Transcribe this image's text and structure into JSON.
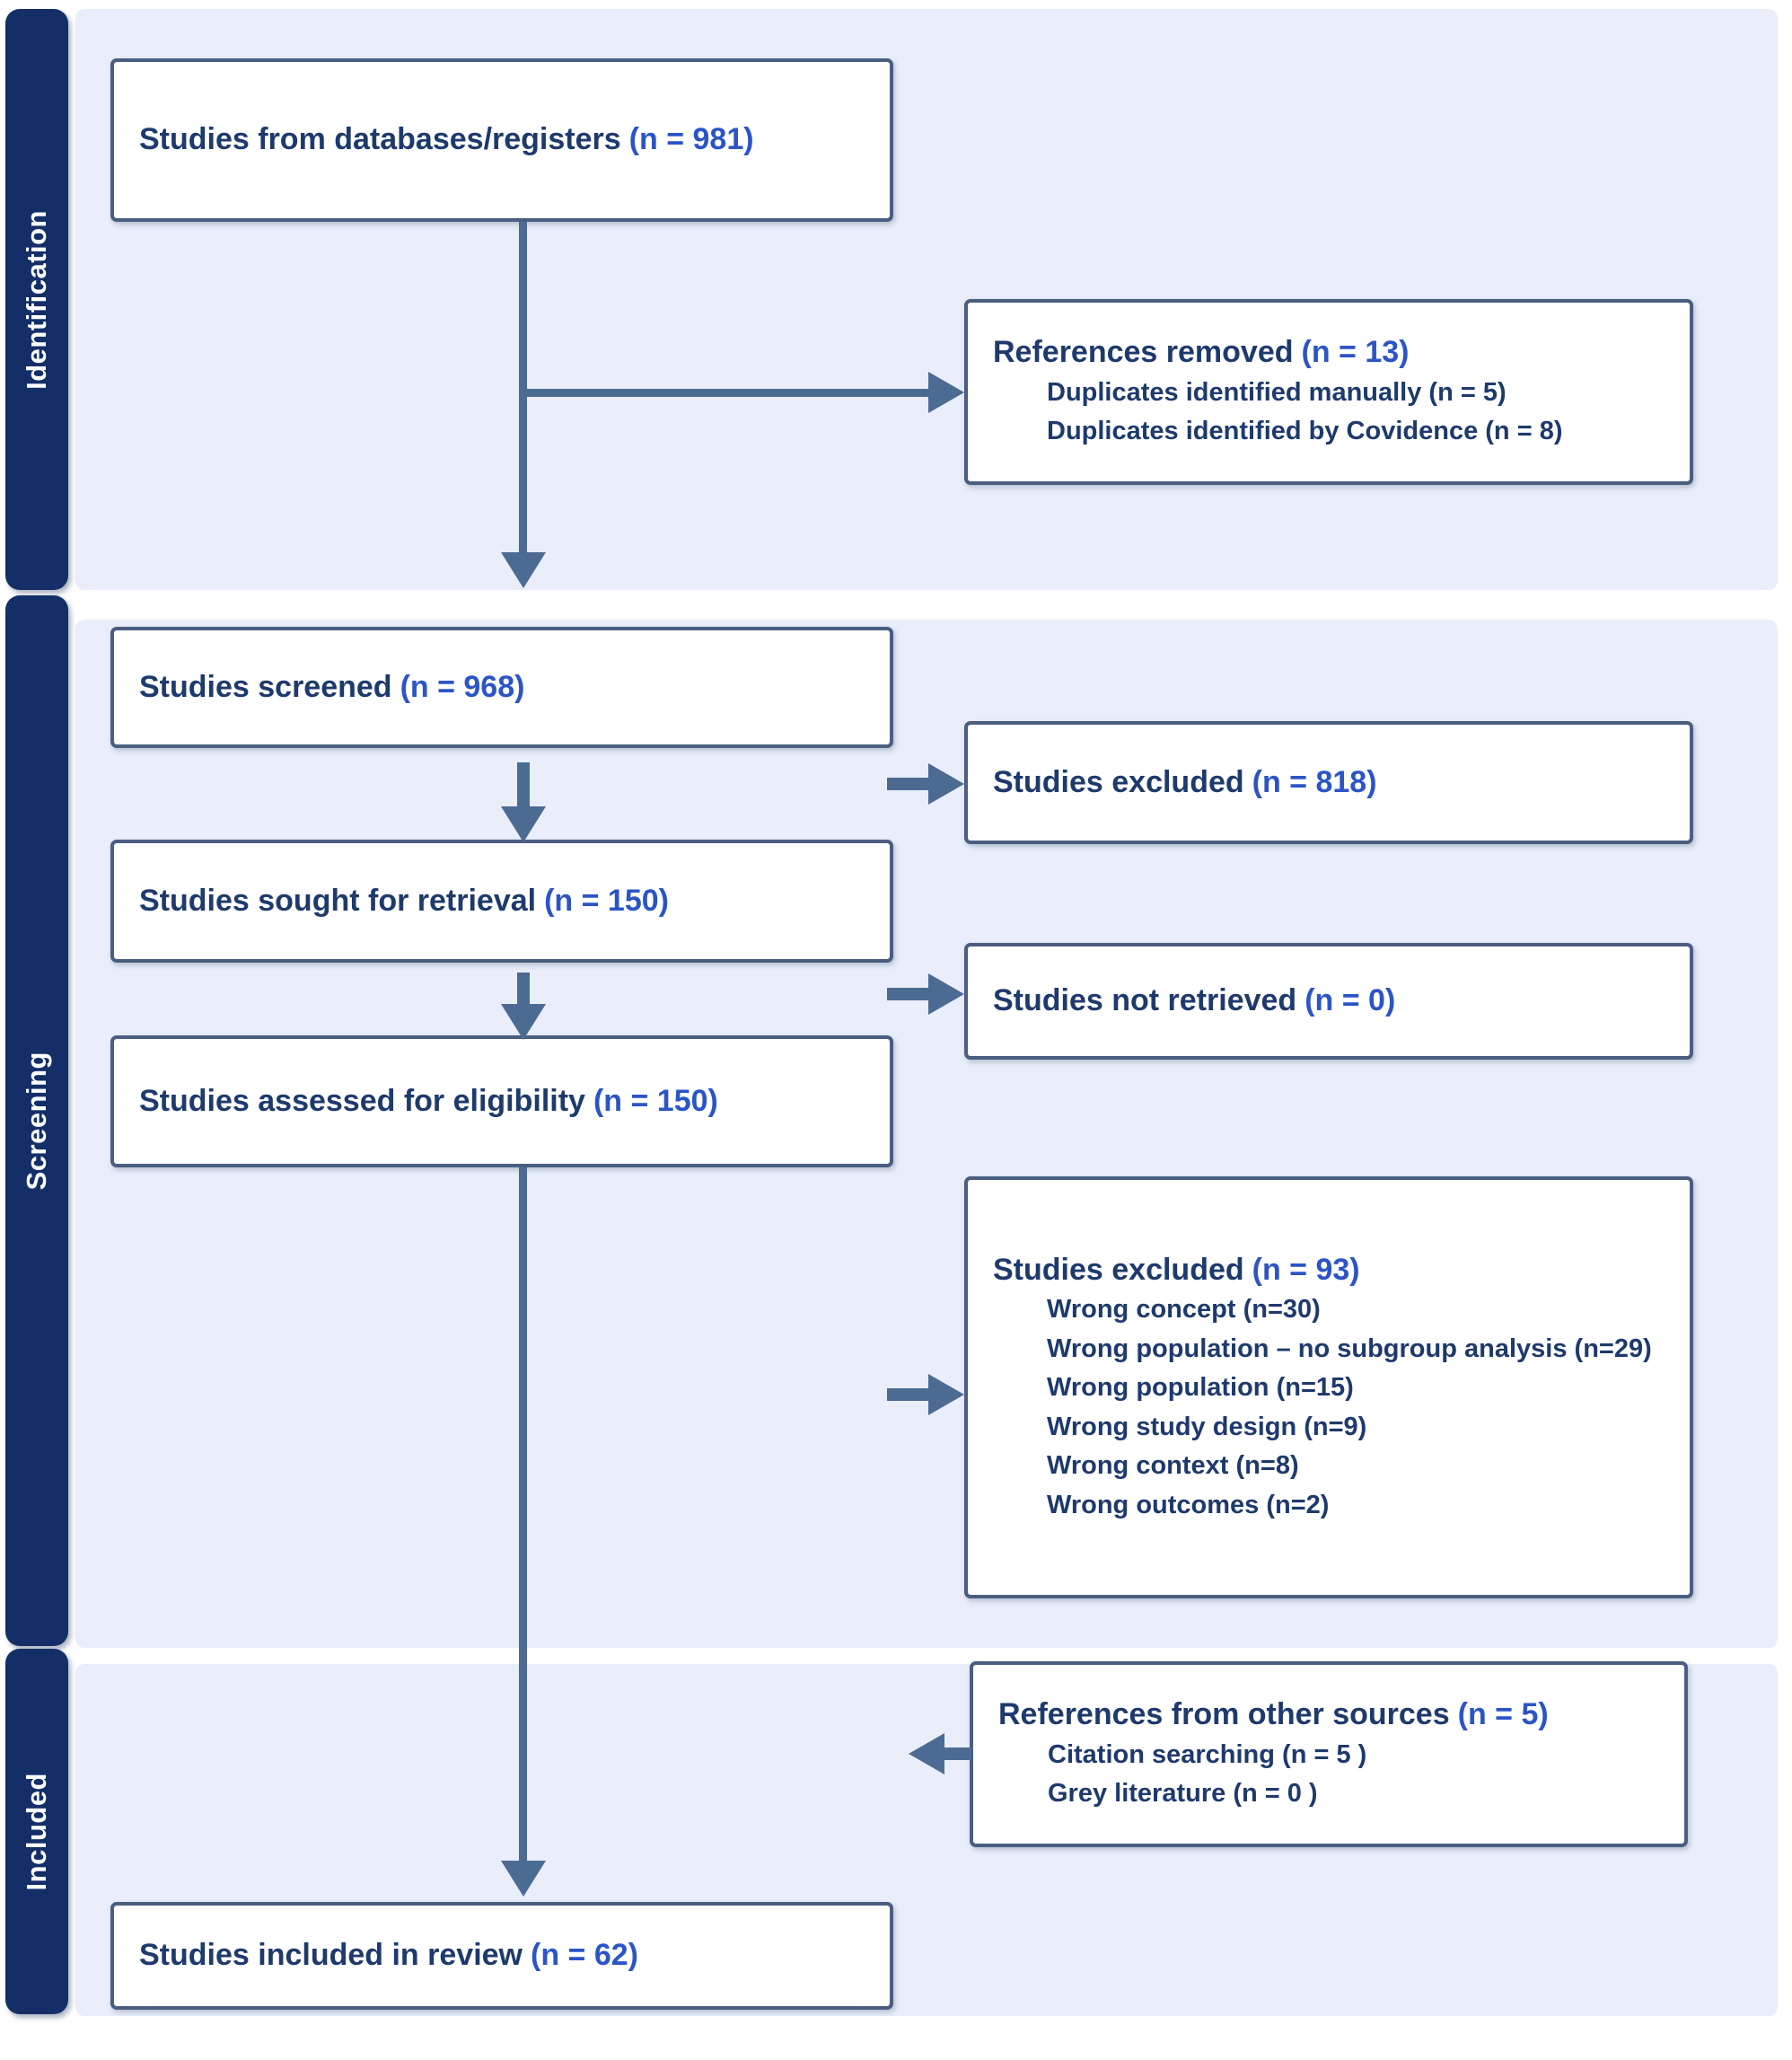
{
  "diagram": {
    "type": "prisma-flow",
    "stages": [
      "Identification",
      "Screening",
      "Included"
    ],
    "colors": {
      "stage_tab": "#142f68",
      "section_panel": "#e9eefa",
      "box_border": "#4a5e80",
      "text": "#1e3a6d",
      "count_accent": "#2b55c6",
      "arrow": "#4b6b93"
    },
    "left_boxes": [
      {
        "label": "Studies from databases/registers",
        "count": "(n = 981)"
      },
      {
        "label": "Studies screened",
        "count": "(n = 968)"
      },
      {
        "label": "Studies sought for retrieval",
        "count": "(n = 150)"
      },
      {
        "label": "Studies assessed for eligibility",
        "count": "(n = 150)"
      },
      {
        "label": "Studies included in review",
        "count": "(n = 62)"
      }
    ],
    "right_boxes": [
      {
        "label": "References removed",
        "count": "(n = 13)",
        "items": [
          "Duplicates identified manually (n = 5)",
          "Duplicates identified by Covidence (n = 8)"
        ]
      },
      {
        "label": "Studies excluded",
        "count": "(n = 818)",
        "items": []
      },
      {
        "label": "Studies not retrieved",
        "count": "(n = 0)",
        "items": []
      },
      {
        "label": "Studies excluded",
        "count": "(n = 93)",
        "items": [
          "Wrong concept (n=30)",
          "Wrong population – no subgroup analysis (n=29)",
          "Wrong population (n=15)",
          "Wrong study design (n=9)",
          "Wrong context (n=8)",
          "Wrong outcomes (n=2)"
        ]
      },
      {
        "label": "References from other sources",
        "count": "(n = 5)",
        "items": [
          "Citation searching (n = 5 )",
          "Grey literature (n = 0 )"
        ]
      }
    ]
  }
}
